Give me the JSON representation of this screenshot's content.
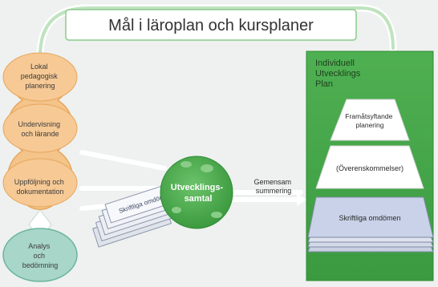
{
  "title": "Mål i läroplan och kursplaner",
  "cycle": [
    {
      "lines": [
        "Lokal",
        "pedagogisk",
        "planering"
      ]
    },
    {
      "lines": [
        "Undervisning",
        "och lärande"
      ]
    },
    {
      "lines": [
        "Uppföljning och",
        "dokumentation"
      ]
    },
    {
      "lines": [
        "Analys",
        "och",
        "bedömning"
      ]
    }
  ],
  "stack_label": "Skriftliga omdömen",
  "talk": {
    "lines": [
      "Utvecklings-",
      "samtal"
    ]
  },
  "summary": {
    "lines": [
      "Gemensam",
      "summering"
    ]
  },
  "iup": {
    "title_lines": [
      "Individuell",
      "Utvecklings",
      "Plan"
    ],
    "sections": [
      {
        "lines": [
          "Framåtsyftande",
          "planering"
        ]
      },
      {
        "lines": [
          "(Överenskommelser)"
        ]
      },
      {
        "lines": [
          "Skriftliga omdömen"
        ]
      }
    ]
  },
  "colors": {
    "orange": "#f4c48a",
    "orange_stroke": "#e59a4a",
    "teal": "#a8d6c8",
    "teal_stroke": "#5aa991",
    "green": "#47a74a",
    "green_dark": "#2d8a34",
    "title_box": "#ffffff",
    "title_stroke": "#7dc27d"
  }
}
